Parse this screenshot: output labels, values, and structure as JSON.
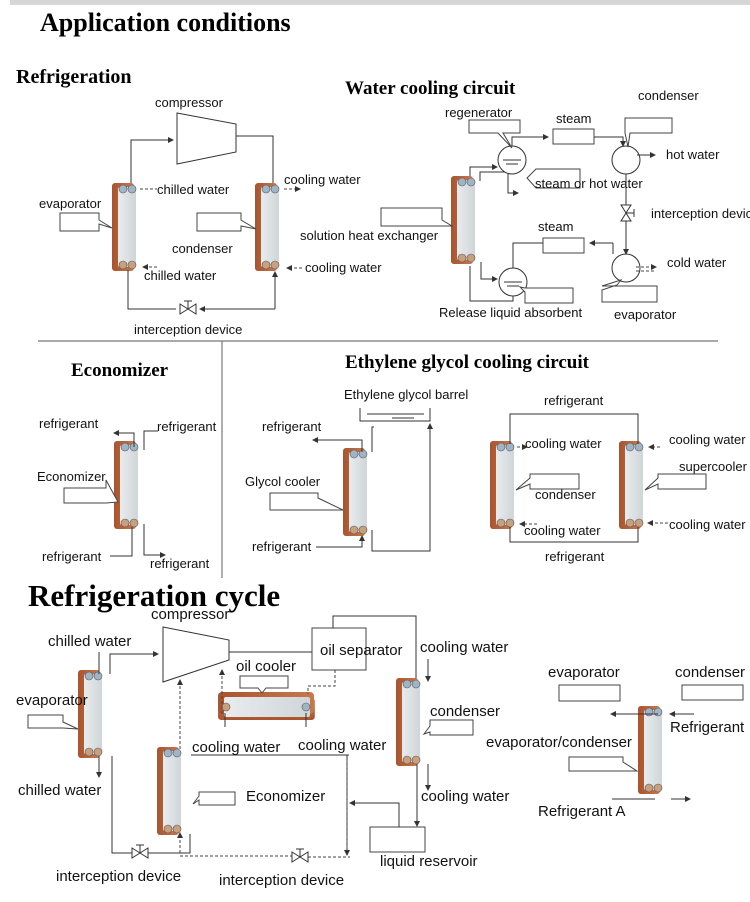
{
  "page_title": "Application conditions",
  "sections": {
    "refrigeration": {
      "title": "Refrigeration",
      "labels": {
        "compressor": "compressor",
        "evaporator": "evaporator",
        "chilled_water_top": "chilled water",
        "chilled_water_bottom": "chilled water",
        "cooling_water_top": "cooling water",
        "cooling_water_bottom": "cooling water",
        "condenser": "condenser",
        "interception_device": "interception device"
      }
    },
    "water_cooling": {
      "title": "Water cooling circuit",
      "labels": {
        "regenerator": "regenerator",
        "steam_top": "steam",
        "condenser": "condenser",
        "hot_water": "hot water",
        "steam_or_hot_water": "steam or hot water",
        "interception_device": "interception device",
        "solution_heat_exchanger": "solution heat exchanger",
        "steam_bottom": "steam",
        "cold_water": "cold water",
        "release_liquid_absorbent": "Release liquid absorbent",
        "evaporator": "evaporator"
      }
    },
    "economizer": {
      "title": "Economizer",
      "labels": {
        "refrigerant_tl": "refrigerant",
        "refrigerant_tr": "refrigerant",
        "economizer": "Economizer",
        "refrigerant_bl": "refrigerant",
        "refrigerant_br": "refrigerant"
      }
    },
    "glycol": {
      "title": "Ethylene glycol cooling circuit",
      "labels": {
        "barrel": "Ethylene glycol barrel",
        "refrigerant_out": "refrigerant",
        "glycol_cooler": "Glycol cooler",
        "refrigerant_in": "refrigerant",
        "refrigerant_top": "refrigerant",
        "cooling_water_1": "cooling water",
        "condenser": "condenser",
        "cooling_water_2": "cooling water",
        "refrigerant_bottom": "refrigerant",
        "cooling_water_3": "cooling water",
        "supercooler": "supercooler",
        "cooling_water_4": "cooling water"
      }
    },
    "cycle": {
      "title": "Refrigeration cycle",
      "labels": {
        "compressor": "compressor",
        "chilled_water_top": "chilled water",
        "evaporator": "evaporator",
        "chilled_water_bottom": "chilled water",
        "oil_separator": "oil separator",
        "oil_cooler": "oil cooler",
        "cooling_water_1": "cooling water",
        "cooling_water_2": "cooling water",
        "cooling_water_top": "cooling water",
        "condenser": "condenser",
        "cooling_water_bottom": "cooling water",
        "economizer": "Economizer",
        "liquid_reservoir": "liquid reservoir",
        "interception_device_1": "interception device",
        "interception_device_2": "interception device",
        "evaporator_r": "evaporator",
        "condenser_r": "condenser",
        "refrigerant": "Refrigerant",
        "evap_cond": "evaporator/condenser",
        "refrigerant_a": "Refrigerant A"
      }
    }
  }
}
